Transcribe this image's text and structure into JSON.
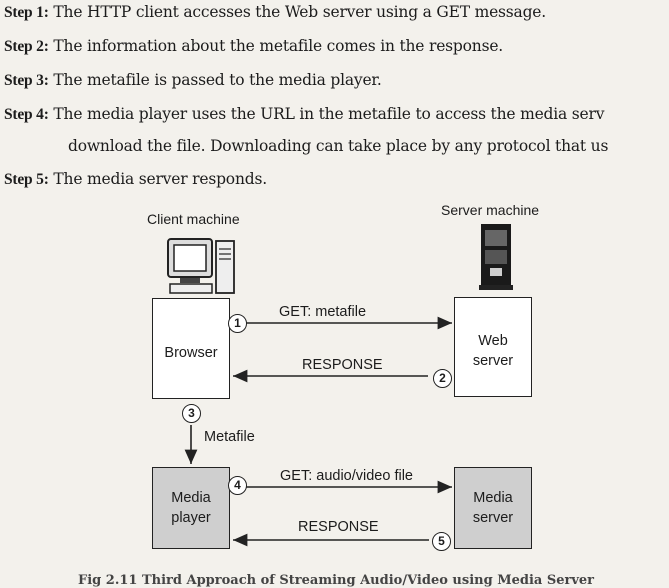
{
  "steps": [
    {
      "label": "Step 1:",
      "text": "The HTTP client accesses the Web server using a GET message."
    },
    {
      "label": "Step 2:",
      "text": "The information about the metafile comes in the response."
    },
    {
      "label": "Step 3:",
      "text": "The metafile is passed to the media player."
    },
    {
      "label": "Step 4:",
      "text": "The media player uses the URL in the metafile to access the media serv"
    },
    {
      "label": "Step 5:",
      "text": "The media server responds."
    }
  ],
  "step4_cont": "download the file. Downloading can take place by any protocol that us",
  "diagram": {
    "client_machine": "Client machine",
    "server_machine": "Server machine",
    "browser": "Browser",
    "web_server": [
      "Web",
      "server"
    ],
    "media_player": [
      "Media",
      "player"
    ],
    "media_server": [
      "Media",
      "server"
    ],
    "get_metafile": "GET: metafile",
    "response1": "RESPONSE",
    "metafile": "Metafile",
    "get_av": "GET: audio/video file",
    "response2": "RESPONSE",
    "markers": [
      "1",
      "2",
      "3",
      "4",
      "5"
    ]
  },
  "caption": "Fig 2.11 Third Approach of Streaming Audio/Video using Media Server",
  "colors": {
    "paper": "#f3f1ec",
    "ink": "#1c1c1c",
    "gray_box": "#cfcfcf"
  }
}
